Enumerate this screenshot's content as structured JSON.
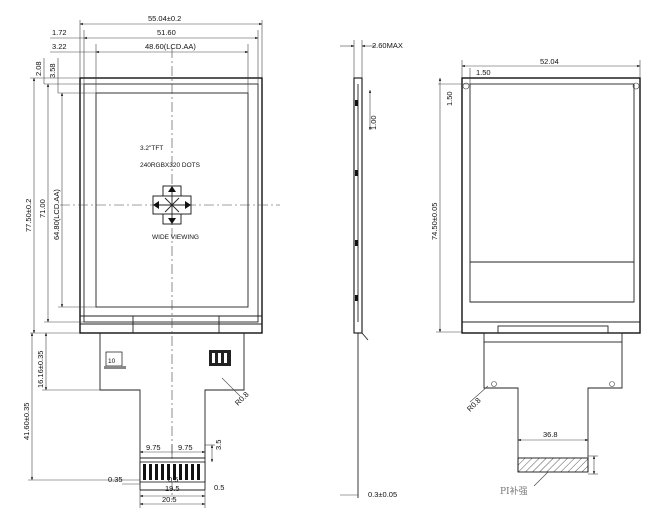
{
  "front_view": {
    "dims": {
      "overall_width": "55.04±0.2",
      "bezel_offset": "1.72",
      "outline_width": "51.60",
      "aa_offset": "3.22",
      "aa_width": "48.60(LCD.AA)",
      "top_offset_a": "2.08",
      "top_offset_b": "3.58",
      "overall_height": "77.50±0.2",
      "outline_height": "71.00",
      "aa_height": "64.80(LCD.AA)",
      "fpc_offset": "16.16±0.35",
      "fpc_length": "41.60±0.35",
      "corner_radius": "R0.8",
      "pad_left": "9.75",
      "pad_right": "9.75",
      "pad_height": "3.5",
      "pad_edge": "0.35",
      "pin_width": "0.5",
      "pin_pitch": "19.5",
      "tail_width": "20.5",
      "tail_end": "0.5"
    },
    "labels": {
      "size": "3.2\"TFT",
      "resolution": "240RGBX320 DOTS",
      "viewing": "WIDE VIEWING",
      "fpc_mark": "10"
    }
  },
  "side_view": {
    "dims": {
      "max_thickness": "2.60MAX",
      "step": "1.00",
      "tail_thickness": "0.3±0.05"
    }
  },
  "back_view": {
    "dims": {
      "width": "52.04",
      "edge_left": "1.50",
      "edge_top": "1.50",
      "height": "74.50±0.05",
      "corner_radius": "R0.8",
      "stiffener_width": "36.8"
    },
    "labels": {
      "stiffener": "PI补强"
    }
  }
}
